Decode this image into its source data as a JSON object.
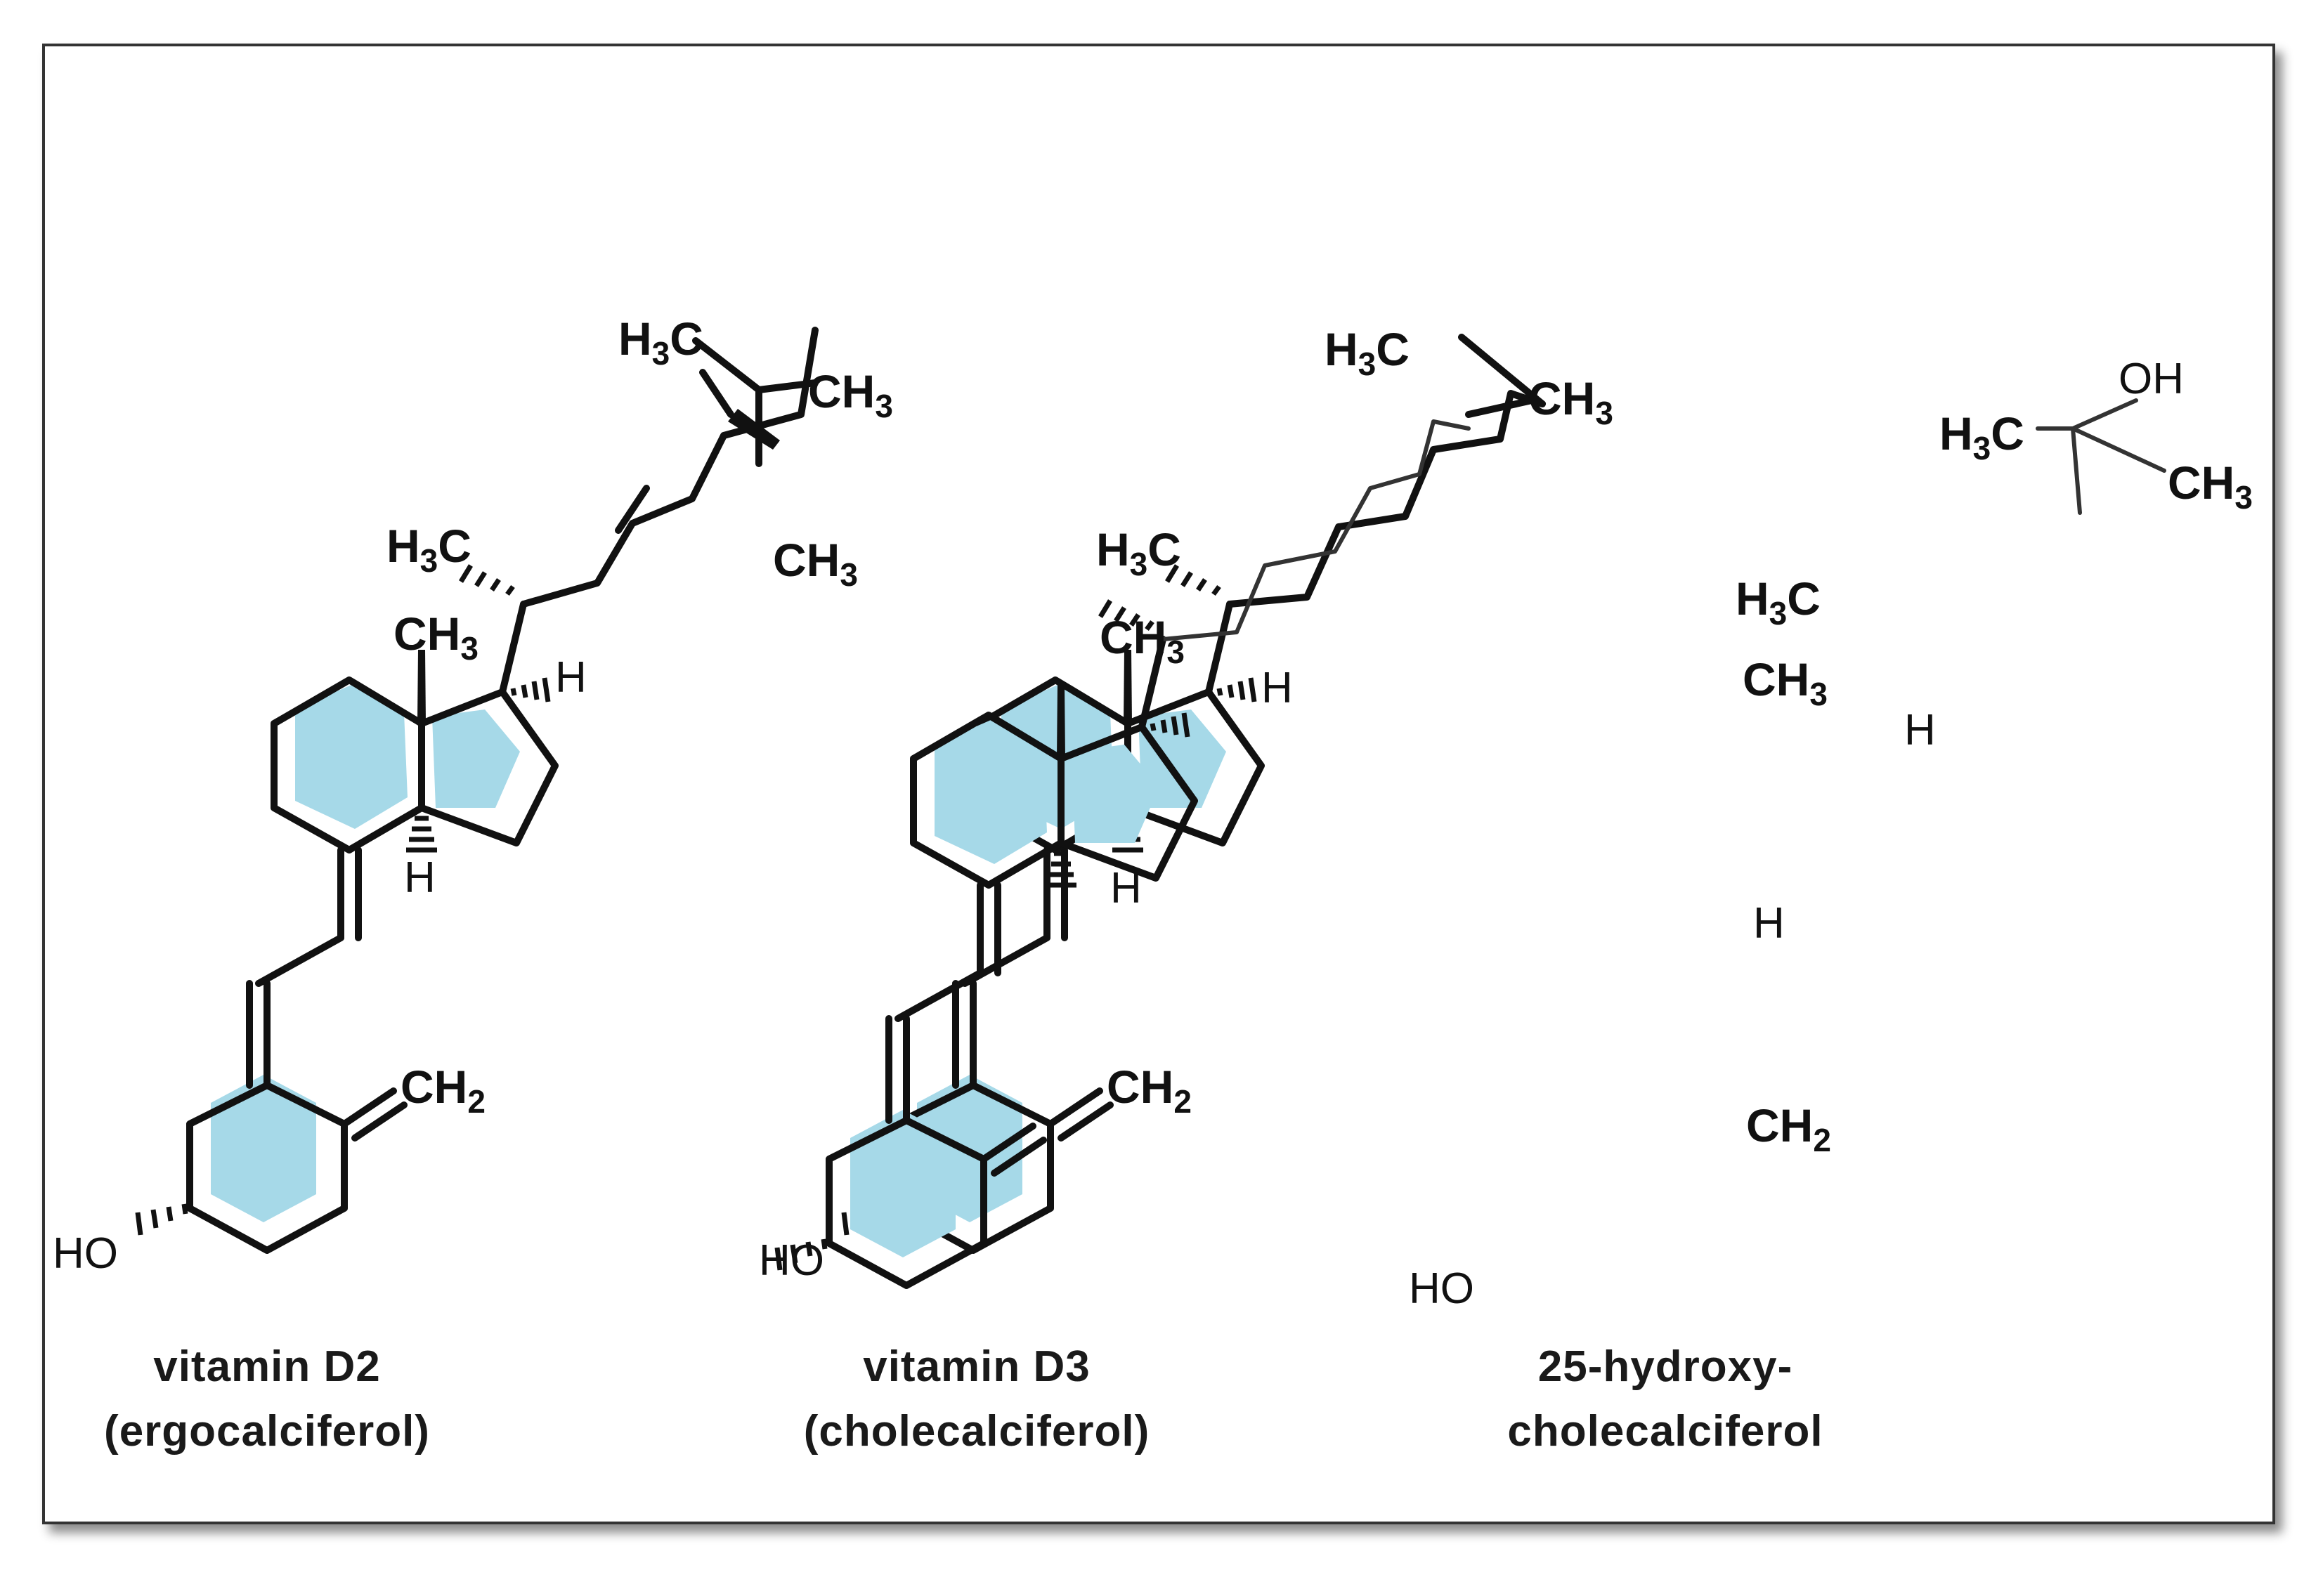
{
  "colors": {
    "ring_highlight": "#a6d9e8",
    "bond": "#111111",
    "frame_border": "#333333"
  },
  "atoms": {
    "h3c": "H",
    "h3c_sub": "3",
    "h3c_c": "C",
    "ch3_c": "CH",
    "ch3_sub": "3",
    "ch2_c": "CH",
    "ch2_sub": "2",
    "h": "H",
    "ho": "HO",
    "oh": "OH"
  },
  "compounds": [
    {
      "name_line1": "vitamin D2",
      "name_line2": "(ergocalciferol)"
    },
    {
      "name_line1": "vitamin D3",
      "name_line2": "(cholecalciferol)"
    },
    {
      "name_line1": "25-hydroxy-",
      "name_line2": "cholecalciferol"
    }
  ]
}
